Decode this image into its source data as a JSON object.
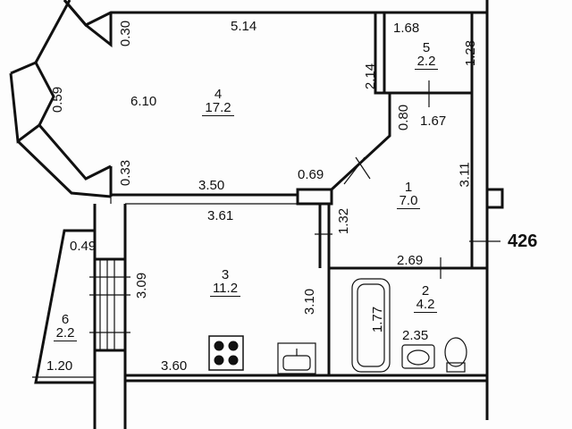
{
  "plan": {
    "external_marker": "426",
    "rooms": [
      {
        "id": "room-1",
        "number": "1",
        "area": "7.0"
      },
      {
        "id": "room-2",
        "number": "2",
        "area": "4.2"
      },
      {
        "id": "room-3",
        "number": "3",
        "area": "11.2"
      },
      {
        "id": "room-4",
        "number": "4",
        "area": "17.2"
      },
      {
        "id": "room-5",
        "number": "5",
        "area": "2.2"
      },
      {
        "id": "room-6",
        "number": "6",
        "area": "2.2"
      }
    ],
    "dimensions": {
      "d_514": "5.14",
      "d_030": "0.30",
      "d_059": "0.59",
      "d_610": "6.10",
      "d_214": "2.14",
      "d_168": "1.68",
      "d_128": "1.28",
      "d_167": "1.67",
      "d_080": "0.80",
      "d_311": "3.11",
      "d_033": "0.33",
      "d_350": "3.50",
      "d_069": "0.69",
      "d_361": "3.61",
      "d_132": "1.32",
      "d_049": "0.49",
      "d_309": "3.09",
      "d_269": "2.69",
      "d_310": "3.10",
      "d_177": "1.77",
      "d_235": "2.35",
      "d_120": "1.20",
      "d_360": "3.60"
    }
  }
}
